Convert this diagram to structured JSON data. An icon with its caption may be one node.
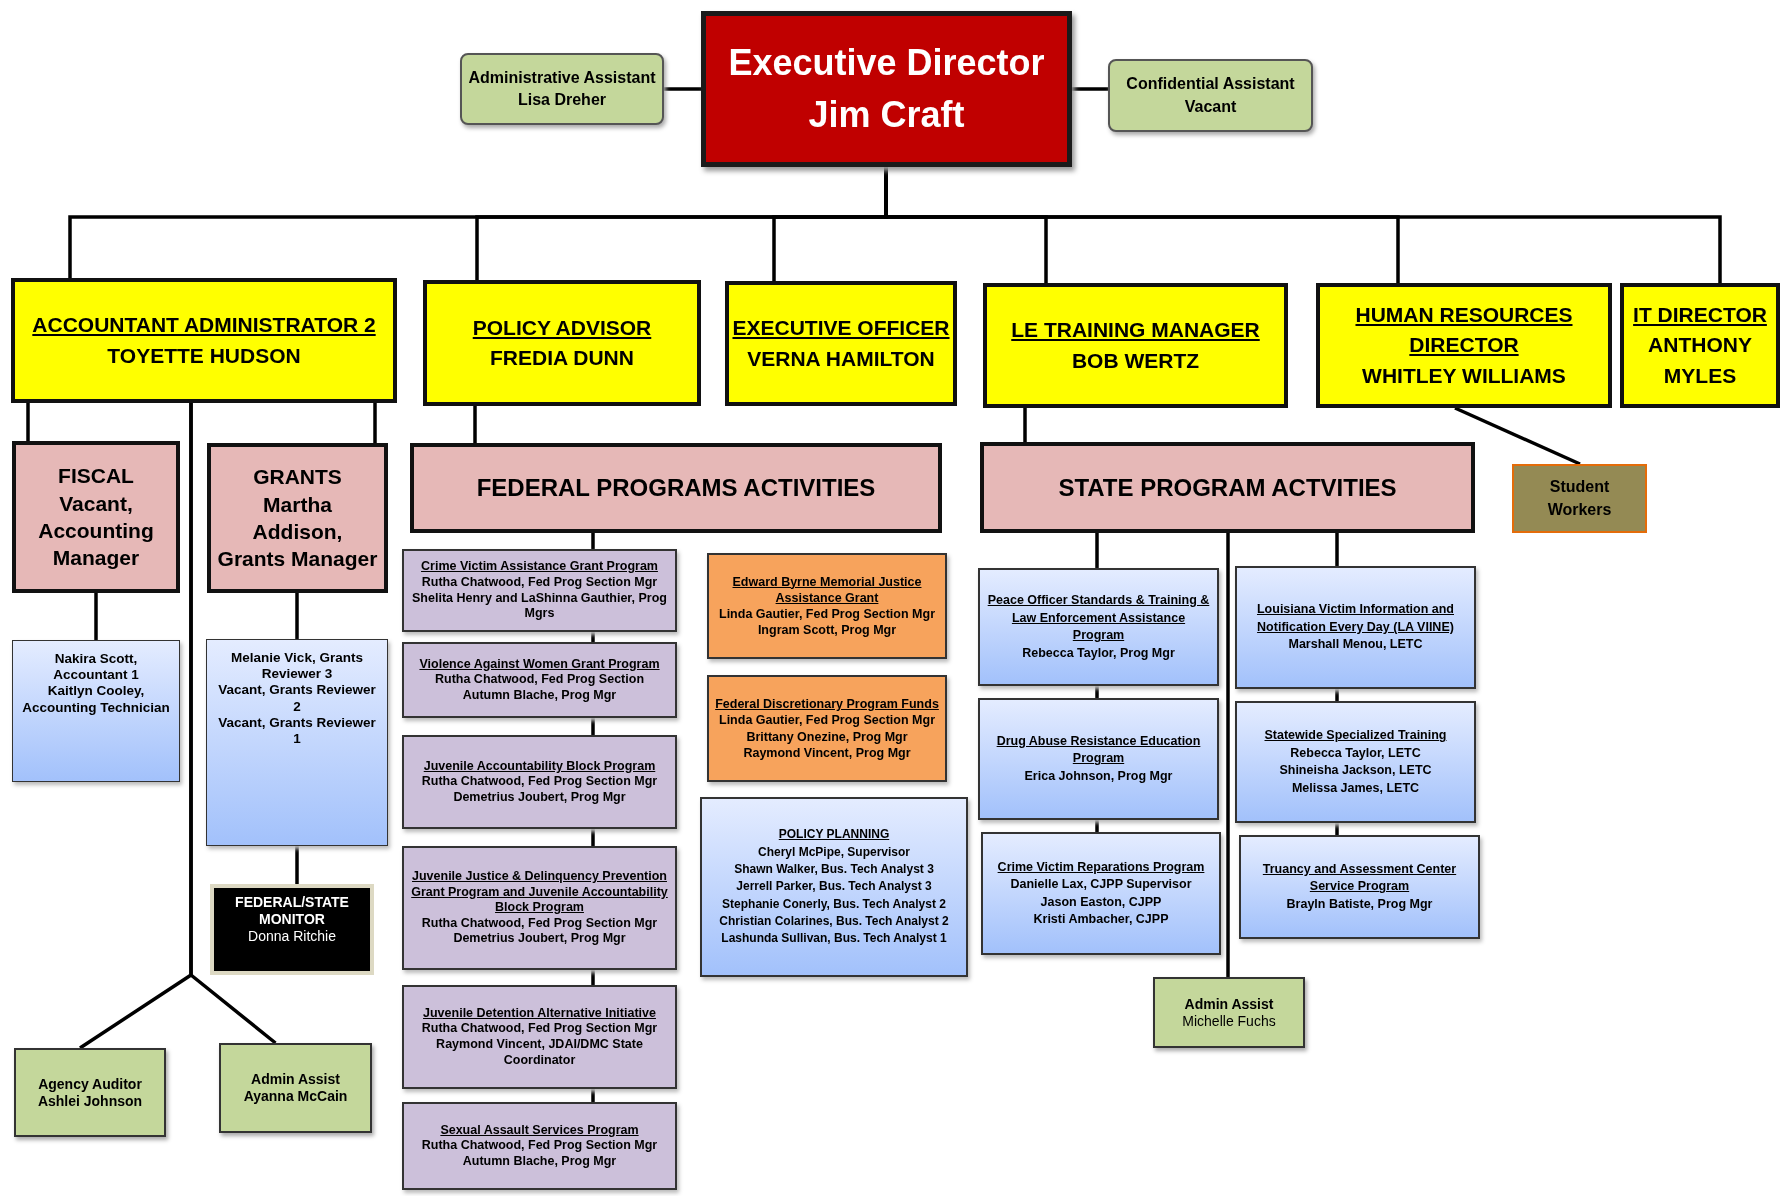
{
  "diagram": {
    "nodes": [
      {
        "text": [
          "Executive Director",
          "Jim Craft"
        ]
      },
      {
        "text": [
          "Administrative Assistant",
          "Lisa Dreher"
        ]
      },
      {
        "text": [
          "Confidential Assistant",
          "Vacant"
        ]
      },
      {
        "text": [
          "ACCOUNTANT ADMINISTRATOR 2",
          "TOYETTE HUDSON"
        ]
      },
      {
        "text": [
          "POLICY ADVISOR",
          "FREDIA DUNN"
        ]
      },
      {
        "text": [
          "EXECUTIVE OFFICER",
          "VERNA HAMILTON"
        ]
      },
      {
        "text": [
          "LE TRAINING MANAGER",
          "BOB WERTZ"
        ]
      },
      {
        "text": [
          "HUMAN RESOURCES DIRECTOR",
          "WHITLEY WILLIAMS"
        ]
      },
      {
        "text": [
          "IT DIRECTOR",
          "ANTHONY MYLES"
        ]
      },
      {
        "text": [
          "FISCAL",
          "Vacant, Accounting Manager"
        ]
      },
      {
        "text": [
          "GRANTS",
          "Martha Addison, Grants Manager"
        ]
      },
      {
        "text": [
          "Nakira Scott, Accountant 1",
          "Kaitlyn Cooley, Accounting Technician"
        ]
      },
      {
        "text": [
          "Melanie Vick, Grants Reviewer 3",
          "Vacant, Grants Reviewer 2",
          "Vacant, Grants Reviewer 1"
        ]
      },
      {
        "text": [
          "FEDERAL/STATE MONITOR",
          "Donna Ritchie"
        ]
      },
      {
        "text": [
          "Agency Auditor",
          "Ashlei Johnson"
        ]
      },
      {
        "text": [
          "Admin Assist",
          "Ayanna McCain"
        ]
      },
      {
        "text": [
          "FEDERAL PROGRAMS ACTIVITIES"
        ]
      },
      {
        "text": [
          "Crime Victim Assistance Grant Program",
          "Rutha Chatwood, Fed Prog Section Mgr",
          "Shelita Henry and LaShinna Gauthier, Prog Mgrs"
        ]
      },
      {
        "text": [
          "Violence Against Women Grant Program",
          "Rutha Chatwood, Fed Prog Section",
          "Autumn Blache, Prog Mgr"
        ]
      },
      {
        "text": [
          "Juvenile Accountability Block Program",
          "Rutha Chatwood, Fed Prog Section Mgr",
          "Demetrius Joubert, Prog Mgr"
        ]
      },
      {
        "text": [
          "Juvenile Justice & Delinquency Prevention Grant Program and Juvenile Accountability Block Program",
          "Rutha Chatwood, Fed Prog Section Mgr",
          "Demetrius Joubert, Prog Mgr"
        ]
      },
      {
        "text": [
          "Juvenile Detention Alternative Initiative",
          "Rutha Chatwood, Fed Prog Section Mgr",
          "Raymond Vincent, JDAI/DMC State Coordinator"
        ]
      },
      {
        "text": [
          "Sexual Assault Services Program",
          "Rutha Chatwood, Fed Prog Section Mgr",
          "Autumn Blache, Prog Mgr"
        ]
      },
      {
        "text": [
          "Edward Byrne Memorial Justice Assistance Grant",
          "Linda Gautier, Fed Prog Section Mgr",
          "Ingram Scott, Prog Mgr"
        ]
      },
      {
        "text": [
          "Federal Discretionary Program Funds",
          "Linda Gautier, Fed Prog Section Mgr",
          "Brittany Onezine, Prog Mgr",
          "Raymond Vincent, Prog Mgr"
        ]
      },
      {
        "text": [
          "POLICY PLANNING",
          "Cheryl McPipe, Supervisor",
          "Shawn Walker, Bus. Tech Analyst 3",
          "Jerrell Parker, Bus. Tech Analyst 3",
          "Stephanie Conerly, Bus. Tech Analyst 2",
          "Christian Colarines, Bus. Tech Analyst 2",
          "Lashunda Sullivan, Bus. Tech Analyst 1"
        ]
      },
      {
        "text": [
          "STATE PROGRAM ACTVITIES"
        ]
      },
      {
        "text": [
          "Peace Officer Standards & Training & Law Enforcement Assistance Program",
          "Rebecca Taylor, Prog Mgr"
        ]
      },
      {
        "text": [
          "Drug Abuse Resistance Education Program",
          "Erica Johnson, Prog Mgr"
        ]
      },
      {
        "text": [
          "Crime Victim Reparations Program",
          "Danielle Lax, CJPP Supervisor",
          "Jason Easton, CJPP",
          "Kristi Ambacher, CJPP"
        ]
      },
      {
        "text": [
          "Louisiana Victim Information and Notification Every Day (LA VIINE)",
          "Marshall Menou, LETC"
        ]
      },
      {
        "text": [
          "Statewide Specialized Training",
          "Rebecca Taylor, LETC",
          "Shineisha Jackson, LETC",
          "Melissa James, LETC"
        ]
      },
      {
        "text": [
          "Truancy and Assessment Center Service Program",
          "Brayln Batiste, Prog Mgr"
        ]
      },
      {
        "text": [
          "Admin Assist",
          "Michelle Fuchs"
        ]
      },
      {
        "text": [
          "Student Workers"
        ]
      }
    ],
    "edges": [
      {
        "from": 0,
        "to": 1,
        "arrow": "none"
      },
      {
        "from": 0,
        "to": 2,
        "arrow": "none"
      },
      {
        "from": 0,
        "to": 3,
        "arrow": "none"
      },
      {
        "from": 0,
        "to": 4,
        "arrow": "none"
      },
      {
        "from": 0,
        "to": 5,
        "arrow": "none"
      },
      {
        "from": 0,
        "to": 6,
        "arrow": "none"
      },
      {
        "from": 0,
        "to": 7,
        "arrow": "none"
      },
      {
        "from": 0,
        "to": 8,
        "arrow": "none"
      },
      {
        "from": 3,
        "to": 9,
        "arrow": "none"
      },
      {
        "from": 3,
        "to": 10,
        "arrow": "none"
      },
      {
        "from": 3,
        "to": 14,
        "arrow": "none"
      },
      {
        "from": 3,
        "to": 15,
        "arrow": "none"
      },
      {
        "from": 9,
        "to": 11,
        "arrow": "none"
      },
      {
        "from": 10,
        "to": 12,
        "arrow": "none"
      },
      {
        "from": 12,
        "to": 13,
        "arrow": "none"
      },
      {
        "from": 4,
        "to": 16,
        "arrow": "none"
      },
      {
        "from": 16,
        "to": 17,
        "arrow": "none"
      },
      {
        "from": 17,
        "to": 18,
        "arrow": "none"
      },
      {
        "from": 18,
        "to": 19,
        "arrow": "none"
      },
      {
        "from": 19,
        "to": 20,
        "arrow": "none"
      },
      {
        "from": 20,
        "to": 21,
        "arrow": "none"
      },
      {
        "from": 21,
        "to": 22,
        "arrow": "none"
      },
      {
        "from": 6,
        "to": 26,
        "arrow": "none"
      },
      {
        "from": 26,
        "to": 27,
        "arrow": "none"
      },
      {
        "from": 27,
        "to": 28,
        "arrow": "none"
      },
      {
        "from": 28,
        "to": 29,
        "arrow": "none"
      },
      {
        "from": 26,
        "to": 30,
        "arrow": "none"
      },
      {
        "from": 30,
        "to": 31,
        "arrow": "none"
      },
      {
        "from": 31,
        "to": 32,
        "arrow": "none"
      },
      {
        "from": 26,
        "to": 33,
        "arrow": "none"
      },
      {
        "from": 7,
        "to": 34,
        "arrow": "none"
      }
    ]
  }
}
